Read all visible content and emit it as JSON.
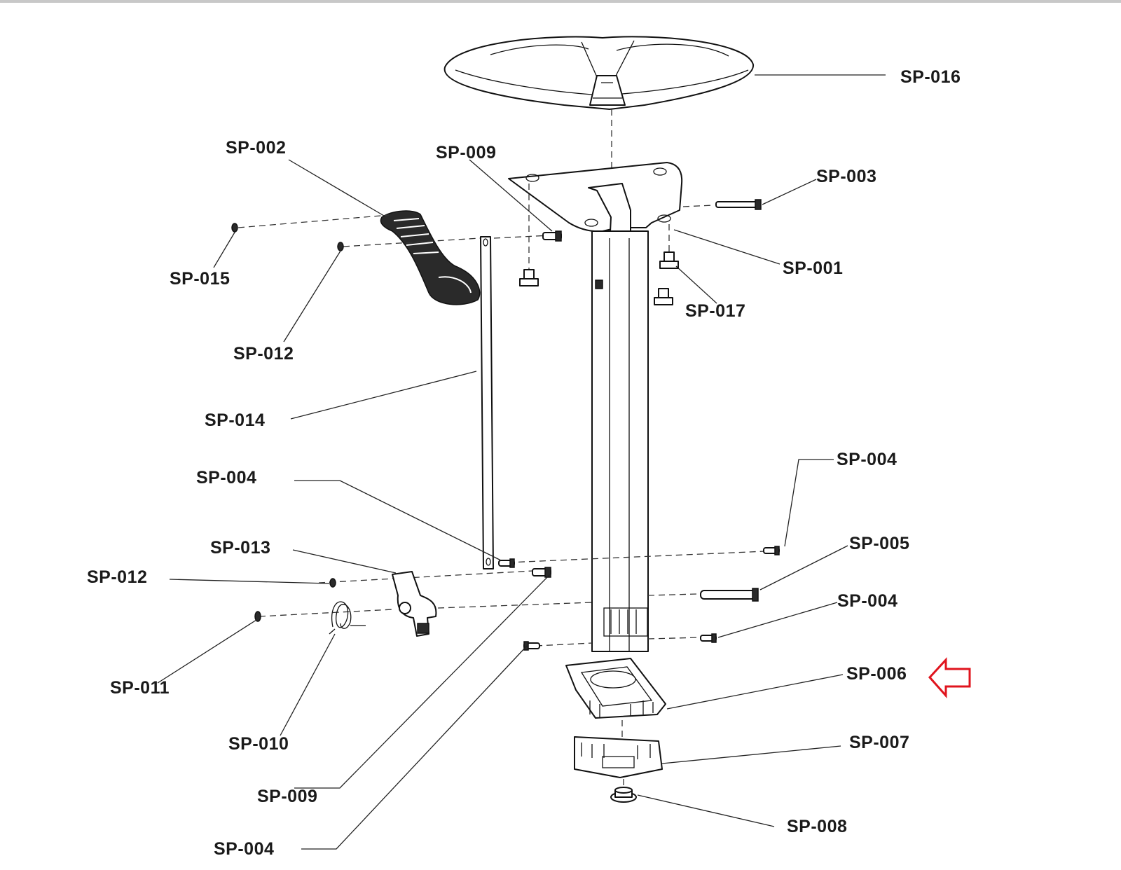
{
  "parts": [
    {
      "id": "sp016",
      "label": "SP-016"
    },
    {
      "id": "sp002",
      "label": "SP-002"
    },
    {
      "id": "sp009a",
      "label": "SP-009"
    },
    {
      "id": "sp003",
      "label": "SP-003"
    },
    {
      "id": "sp015",
      "label": "SP-015"
    },
    {
      "id": "sp001",
      "label": "SP-001"
    },
    {
      "id": "sp017",
      "label": "SP-017"
    },
    {
      "id": "sp012a",
      "label": "SP-012"
    },
    {
      "id": "sp014",
      "label": "SP-014"
    },
    {
      "id": "sp004a",
      "label": "SP-004"
    },
    {
      "id": "sp004b",
      "label": "SP-004"
    },
    {
      "id": "sp005",
      "label": "SP-005"
    },
    {
      "id": "sp013",
      "label": "SP-013"
    },
    {
      "id": "sp012b",
      "label": "SP-012"
    },
    {
      "id": "sp004c",
      "label": "SP-004"
    },
    {
      "id": "sp006",
      "label": "SP-006"
    },
    {
      "id": "sp011",
      "label": "SP-011"
    },
    {
      "id": "sp007",
      "label": "SP-007"
    },
    {
      "id": "sp010",
      "label": "SP-010"
    },
    {
      "id": "sp009b",
      "label": "SP-009"
    },
    {
      "id": "sp008",
      "label": "SP-008"
    },
    {
      "id": "sp004d",
      "label": "SP-004"
    }
  ],
  "highlight": {
    "target": "SP-006",
    "color": "#e0141e"
  }
}
